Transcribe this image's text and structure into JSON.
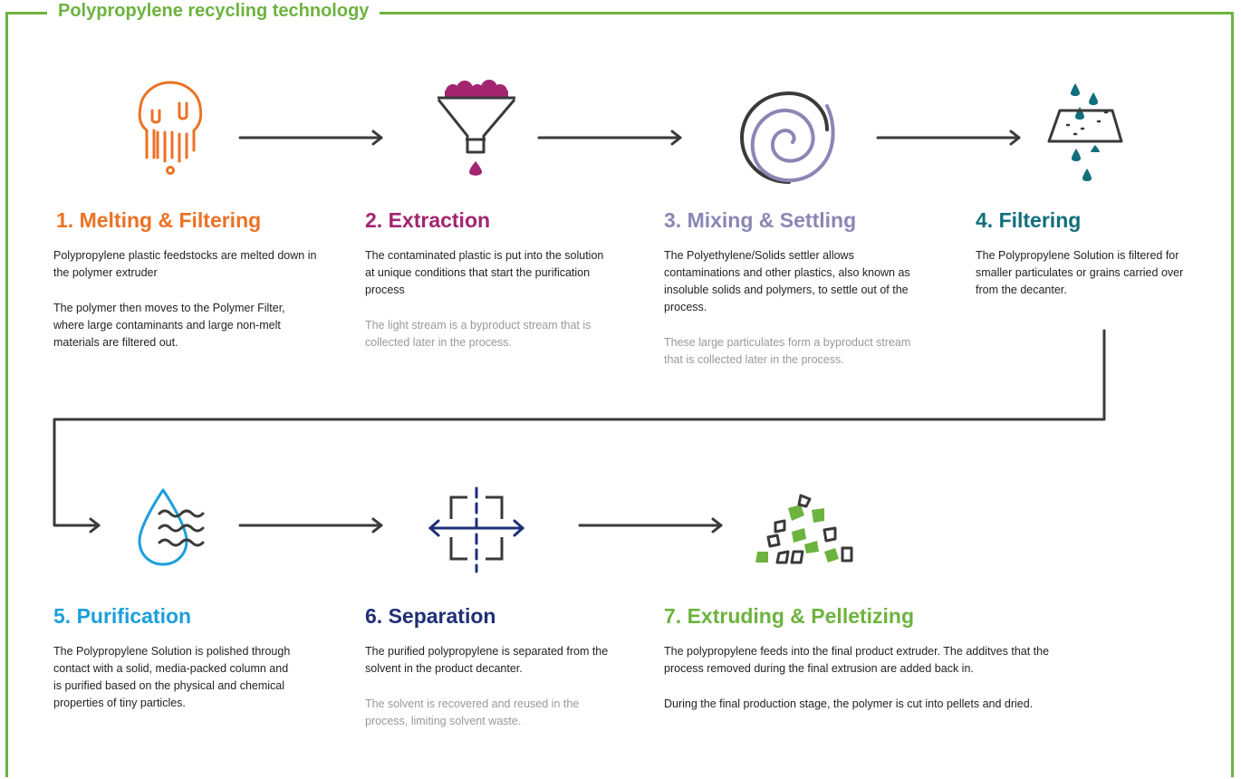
{
  "title": "Polypropylene recycling technology",
  "colors": {
    "frame": "#6db33f",
    "step1": "#ec7124",
    "step2": "#a3246f",
    "step3": "#8a87b5",
    "step4": "#116f7c",
    "step5": "#1c9fdc",
    "step6": "#1e2f78",
    "step7": "#6db33f",
    "arrow": "#3a3a3a"
  },
  "steps": [
    {
      "heading": "1. Melting & Filtering",
      "icon": "melting-icon",
      "text1": "Polypropylene plastic feedstocks are melted down in the polymer extruder",
      "text2": "The polymer then moves to the Polymer Filter, where large contaminants and large non-melt materials are filtered out."
    },
    {
      "heading": "2. Extraction",
      "icon": "funnel-icon",
      "text1": "The contaminated plastic is put into the solution at unique conditions that start the purification process",
      "text2": "The light stream is a byproduct stream that is collected later in the process."
    },
    {
      "heading": "3. Mixing & Settling",
      "icon": "spiral-icon",
      "text1": "The Polyethylene/Solids settler allows contaminations and other plastics, also known as insoluble solids and polymers, to settle out of the process.",
      "text2": "These large particulates form a byproduct stream that is collected later in the process."
    },
    {
      "heading": "4. Filtering",
      "icon": "filter-drops-icon",
      "text1": "The Polypropylene Solution is filtered for smaller particulates or grains carried over from the decanter."
    },
    {
      "heading": "5. Purification",
      "icon": "water-drop-icon",
      "text1": "The Polypropylene Solution is polished through contact with a solid, media-packed column and is purified based on the physical and chemical properties of tiny particles."
    },
    {
      "heading": "6. Separation",
      "icon": "separation-icon",
      "text1": "The purified polypropylene is separated from the solvent in the product decanter.",
      "text2": "The solvent is recovered and reused in the process, limiting solvent waste."
    },
    {
      "heading": "7. Extruding & Pelletizing",
      "icon": "pellets-icon",
      "text1": "The polypropylene feeds into the final product extruder. The additves that the process removed during the final extrusion are added back in.",
      "text2": "During the final production stage, the polymer is cut into pellets and dried."
    }
  ]
}
